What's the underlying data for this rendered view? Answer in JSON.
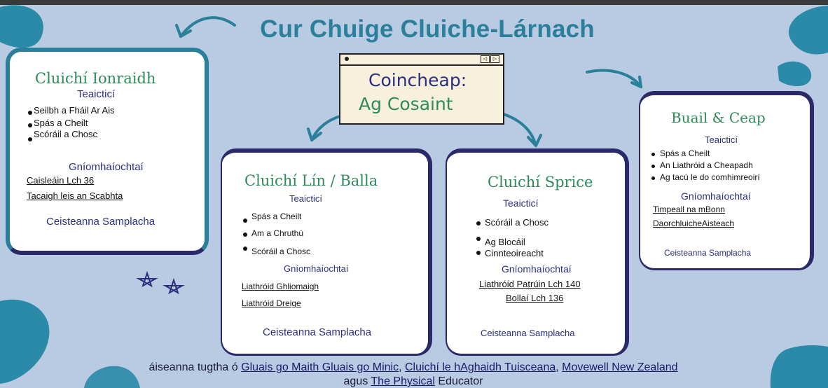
{
  "title": "Cur Chuige Cluiche-Lárnach",
  "concept": {
    "line1": "Coincheap:",
    "line2": "Ag Cosaint",
    "controls": [
      "◁",
      "▷"
    ]
  },
  "card1": {
    "title": "Cluichí Ionraidh",
    "tactics_label": "Teaicticí",
    "tactics": [
      "Seilbh a Fháil Ar Ais",
      "Spás a Cheilt",
      "Scóráil a Chosc"
    ],
    "activities_label": "Gníomhaíochtaí",
    "activities": [
      "Caisleáin Lch 36",
      "Tacaigh leis an Scabhta"
    ],
    "questions": "Ceisteanna Samplacha"
  },
  "card2": {
    "title": "Cluichí Lín / Balla",
    "tactics_label": "Teaicticí",
    "tactics": [
      "Spás a Cheilt",
      "Am a Chruthú",
      "Scóráil a Chosc"
    ],
    "activities_label": "Gníomhaíochtaí",
    "activities": [
      "Liathróid Ghliomaigh",
      "Liathróid Dreige"
    ],
    "questions": "Ceisteanna Samplacha"
  },
  "card3": {
    "title": "Cluichí Sprice",
    "tactics_label": "Teaicticí",
    "tactics": [
      "Scóráil a Chosc",
      "Ag Blocáil",
      "Cinnteoireacht"
    ],
    "activities_label": "Gníomhaíochtaí",
    "activities": [
      "Liathróid Patrúin Lch 140",
      "Bollaí Lch 136"
    ],
    "questions": "Ceisteanna Samplacha"
  },
  "card4": {
    "title": "Buail & Ceap",
    "tactics_label": "Teaicticí",
    "tactics": [
      "Spás a Cheilt",
      "An Liathróid a Cheapadh",
      "Ag tacú le do comhimreoirí"
    ],
    "activities_label": "Gníomhaíochtaí",
    "activities": [
      "Timpeall na mBonn",
      "DaorchluicheAisteach"
    ],
    "questions": "Ceisteanna Samplacha"
  },
  "footer": {
    "prefix": "áiseanna tugtha ó ",
    "src1": "Gluais go Maith Gluais go Minic",
    "sep1": ", ",
    "src2": "Cluichí le hAghaidh Tuisceana",
    "sep2": ", ",
    "src3": "Movewell New Zealand",
    "line2_prefix": "agus ",
    "src4": "The Physical",
    "line2_suffix": " Educator"
  },
  "colors": {
    "background": "#b8cbe2",
    "title": "#2a7f9a",
    "card_title": "#2e8a5a",
    "subheading": "#2b2e83",
    "arrow": "#2a7f9a",
    "blob": "#2a8aa8"
  }
}
